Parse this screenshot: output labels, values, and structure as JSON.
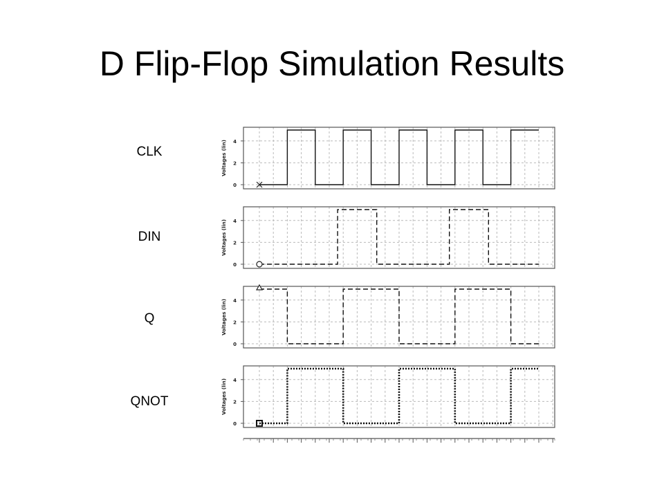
{
  "page": {
    "title": "D Flip-Flop Simulation Results"
  },
  "chart_data": [
    {
      "type": "line",
      "title": "",
      "name": "CLK",
      "ylabel": "Voltages (lin)",
      "yticks": [
        0,
        2,
        4
      ],
      "ylim": [
        -0.4,
        5.4
      ],
      "xlim": [
        0,
        10.6
      ],
      "grid": true,
      "marker": "x",
      "line_style": "solid",
      "x": [
        0,
        1,
        1,
        2,
        2,
        3,
        3,
        4,
        4,
        5,
        5,
        6,
        6,
        7,
        7,
        8,
        8,
        9,
        9,
        10
      ],
      "y": [
        0,
        0,
        5,
        5,
        0,
        0,
        5,
        5,
        0,
        0,
        5,
        5,
        0,
        0,
        5,
        5,
        0,
        0,
        5,
        5
      ]
    },
    {
      "type": "line",
      "title": "",
      "name": "DIN",
      "ylabel": "Voltages (lin)",
      "yticks": [
        0,
        2,
        4
      ],
      "ylim": [
        -0.4,
        5.4
      ],
      "xlim": [
        0,
        10.6
      ],
      "grid": true,
      "marker": "circle",
      "line_style": "dashed",
      "x": [
        0,
        2.8,
        2.8,
        4.2,
        4.2,
        6.8,
        6.8,
        8.2,
        8.2,
        10
      ],
      "y": [
        0,
        0,
        5,
        5,
        0,
        0,
        5,
        5,
        0,
        0
      ]
    },
    {
      "type": "line",
      "title": "",
      "name": "Q",
      "ylabel": "Voltages (lin)",
      "yticks": [
        0,
        2,
        4
      ],
      "ylim": [
        -0.4,
        5.4
      ],
      "xlim": [
        0,
        10.6
      ],
      "grid": true,
      "marker": "triangle",
      "line_style": "dashed",
      "x": [
        0,
        1,
        1,
        3,
        3,
        5,
        5,
        7,
        7,
        9,
        9,
        10
      ],
      "y": [
        5,
        5,
        0,
        0,
        5,
        5,
        0,
        0,
        5,
        5,
        0,
        0
      ]
    },
    {
      "type": "line",
      "title": "",
      "name": "QNOT",
      "ylabel": "Voltages (lin)",
      "yticks": [
        0,
        2,
        4
      ],
      "ylim": [
        -0.4,
        5.4
      ],
      "xlim": [
        0,
        10.6
      ],
      "grid": true,
      "marker": "square",
      "line_style": "dotted",
      "x": [
        0,
        1,
        1,
        3,
        3,
        5,
        5,
        7,
        7,
        9,
        9,
        10
      ],
      "y": [
        0,
        0,
        5,
        5,
        0,
        0,
        5,
        5,
        0,
        0,
        5,
        5
      ]
    }
  ]
}
